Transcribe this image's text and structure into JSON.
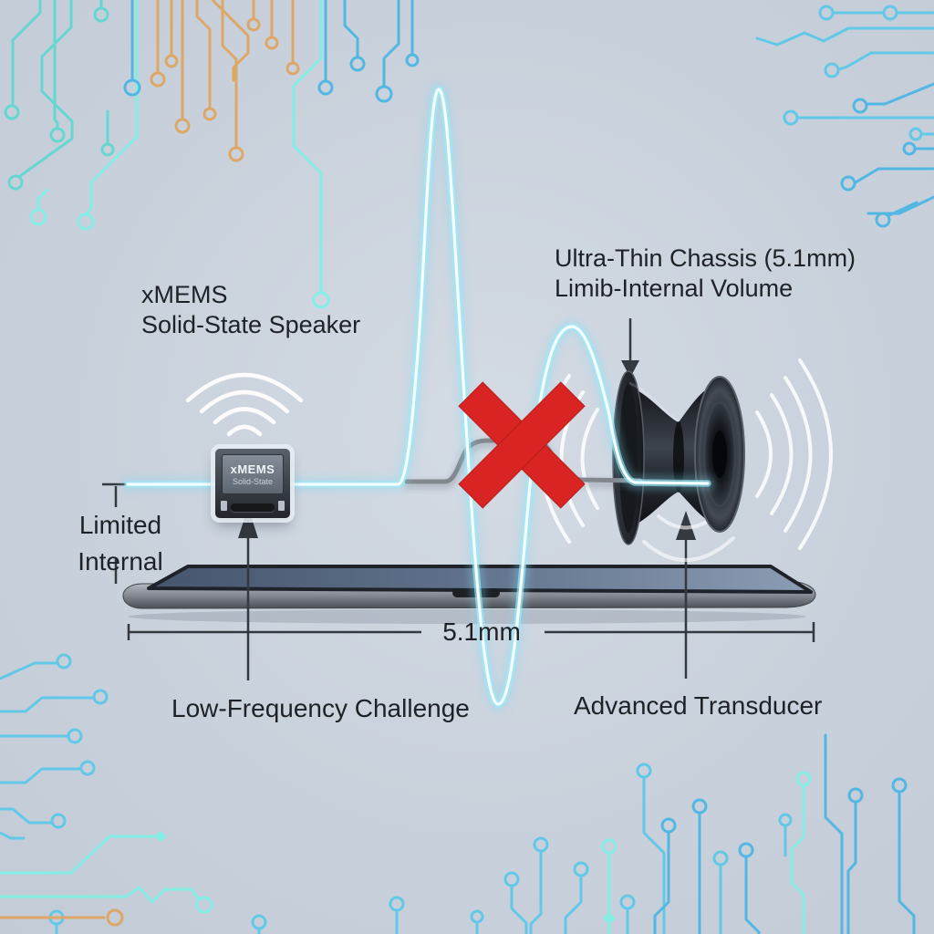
{
  "diagram": {
    "labels": {
      "speaker": {
        "line1": "xMEMS",
        "line2": "Solid-State Speaker"
      },
      "chassis": {
        "line1": "Ultra-Thin Chassis (5.1mm)",
        "line2": "Limib-Internal Volume"
      },
      "internal": {
        "line1": "Limited",
        "line2": "Internal"
      },
      "dimension": "5.1mm",
      "challenge": "Low-Frequency Challenge",
      "transducer": "Advanced Transducer"
    },
    "chip": {
      "title": "xMEMS",
      "subtitle": "Solid-State"
    },
    "colors": {
      "background": "#c9d1dc",
      "text": "#1e2126",
      "ideal_wave_glow": "#8ee4f6",
      "ideal_wave_core": "#f4ffff",
      "limited_wave": "#83888f",
      "cross_red": "#da2323",
      "trace_teal": "#5cd9cf",
      "trace_mint": "#7df2e6",
      "trace_cyan": "#46b5e3",
      "trace_sky": "#57c8ea",
      "trace_orange": "#e0a35c",
      "device_screen": "#5e7089",
      "device_body": "#82878f",
      "driver_black": "#14171c",
      "annotation": "#34383f"
    },
    "icons": {
      "cross": "red-x-icon",
      "chip_waves": "sound-waves-icon",
      "driver_waves": "sound-waves-icon",
      "traces": "circuit-trace-decoration",
      "arrows": "leader-arrow-icon"
    }
  }
}
